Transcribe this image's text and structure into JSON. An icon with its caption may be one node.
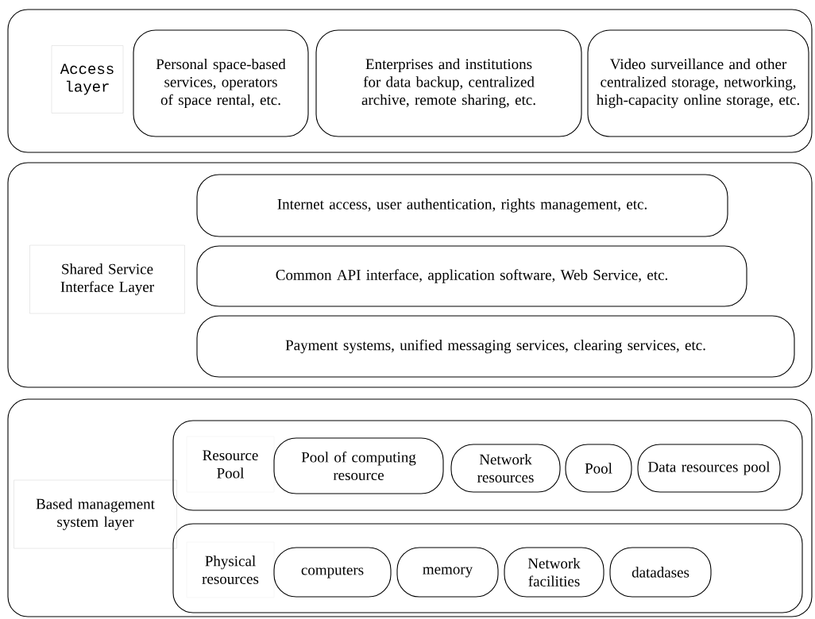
{
  "diagram": {
    "nodes": [
      {
        "text": [
          "Access layer"
        ]
      },
      {
        "text": [
          "Personal space-based services, operators of space rental, etc."
        ],
        "in": 0
      },
      {
        "text": [
          "Enterprises and institutions for data backup, centralized archive, remote sharing, etc."
        ],
        "in": 0
      },
      {
        "text": [
          "Video surveillance and other centralized storage, networking, high-capacity online storage, etc."
        ],
        "in": 0
      },
      {
        "text": [
          "Shared Service Interface Layer"
        ]
      },
      {
        "text": [
          "Internet access, user authentication, rights management, etc."
        ],
        "in": 4
      },
      {
        "text": [
          "Common API interface, application software, Web Service, etc."
        ],
        "in": 4
      },
      {
        "text": [
          "Payment systems, unified messaging services, clearing services, etc."
        ],
        "in": 4
      },
      {
        "text": [
          "Based management system layer"
        ]
      },
      {
        "text": [
          "Resource Pool"
        ],
        "in": 8
      },
      {
        "text": [
          "Pool of computing resource"
        ],
        "in": 9
      },
      {
        "text": [
          "Network resources"
        ],
        "in": 9
      },
      {
        "text": [
          "Pool"
        ],
        "in": 9
      },
      {
        "text": [
          "Data resources pool"
        ],
        "in": 9
      },
      {
        "text": [
          "Physical resources"
        ],
        "in": 8
      },
      {
        "text": [
          "computers"
        ],
        "in": 14
      },
      {
        "text": [
          "memory"
        ],
        "in": 14
      },
      {
        "text": [
          "Network facilities"
        ],
        "in": 14
      },
      {
        "text": [
          "datadases"
        ],
        "in": 14
      }
    ]
  }
}
